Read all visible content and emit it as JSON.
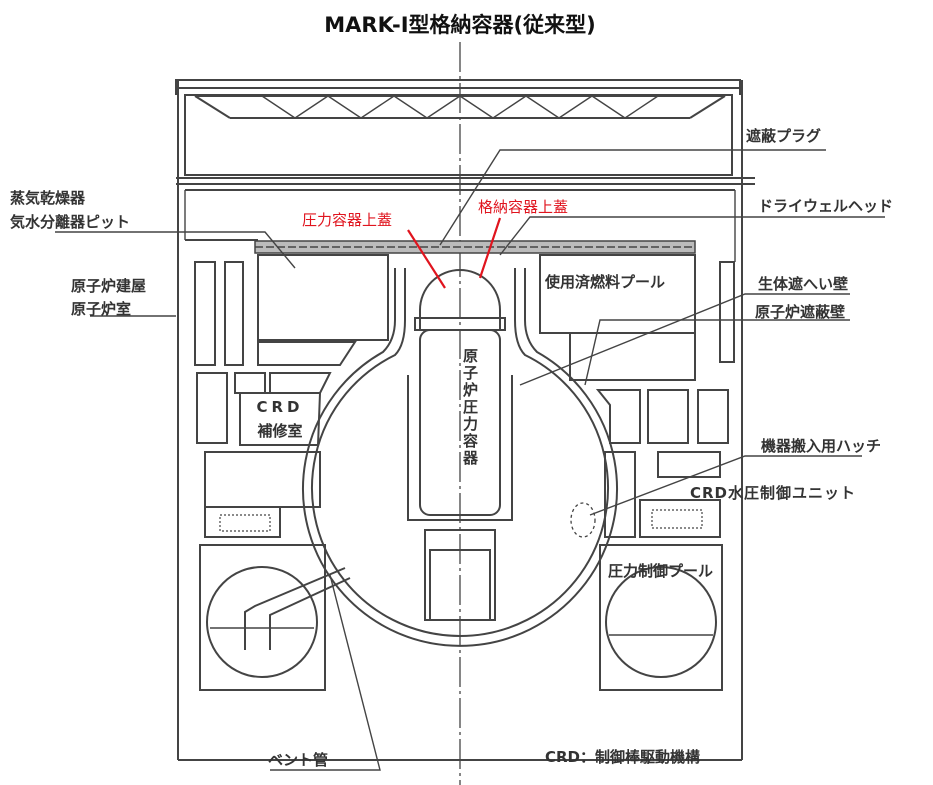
{
  "title": "MARK-Ⅰ型格納容器(従来型)",
  "labels": {
    "shield_plug": "遮蔽プラグ",
    "drywell_head": "ドライウェルヘッド",
    "rpv_head": "圧力容器上蓋",
    "pcv_head": "格納容器上蓋",
    "steam_dryer_1": "蒸気乾燥器",
    "steam_dryer_2": "気水分離器ピット",
    "reactor_building_1": "原子炉建屋",
    "reactor_building_2": "原子炉室",
    "spent_fuel_pool": "使用済燃料プール",
    "bio_shield": "生体遮へい壁",
    "reactor_shield": "原子炉遮蔽壁",
    "rpv_1": "原子",
    "rpv_2": "炉圧",
    "rpv_3": "力容",
    "rpv_4": "器",
    "rpv": "原子炉圧力容器",
    "crd_room_1": "CRD",
    "crd_room_2": "補修室",
    "equipment_hatch": "機器搬入用ハッチ",
    "crd_hcu": "CRD水圧制御ユニット",
    "suppression_pool": "圧力制御プール",
    "vent_pipe": "ベント管",
    "legend_crd": "CRD：制御棒駆動機構"
  },
  "colors": {
    "highlight": "#e0141e",
    "line": "#444444"
  }
}
